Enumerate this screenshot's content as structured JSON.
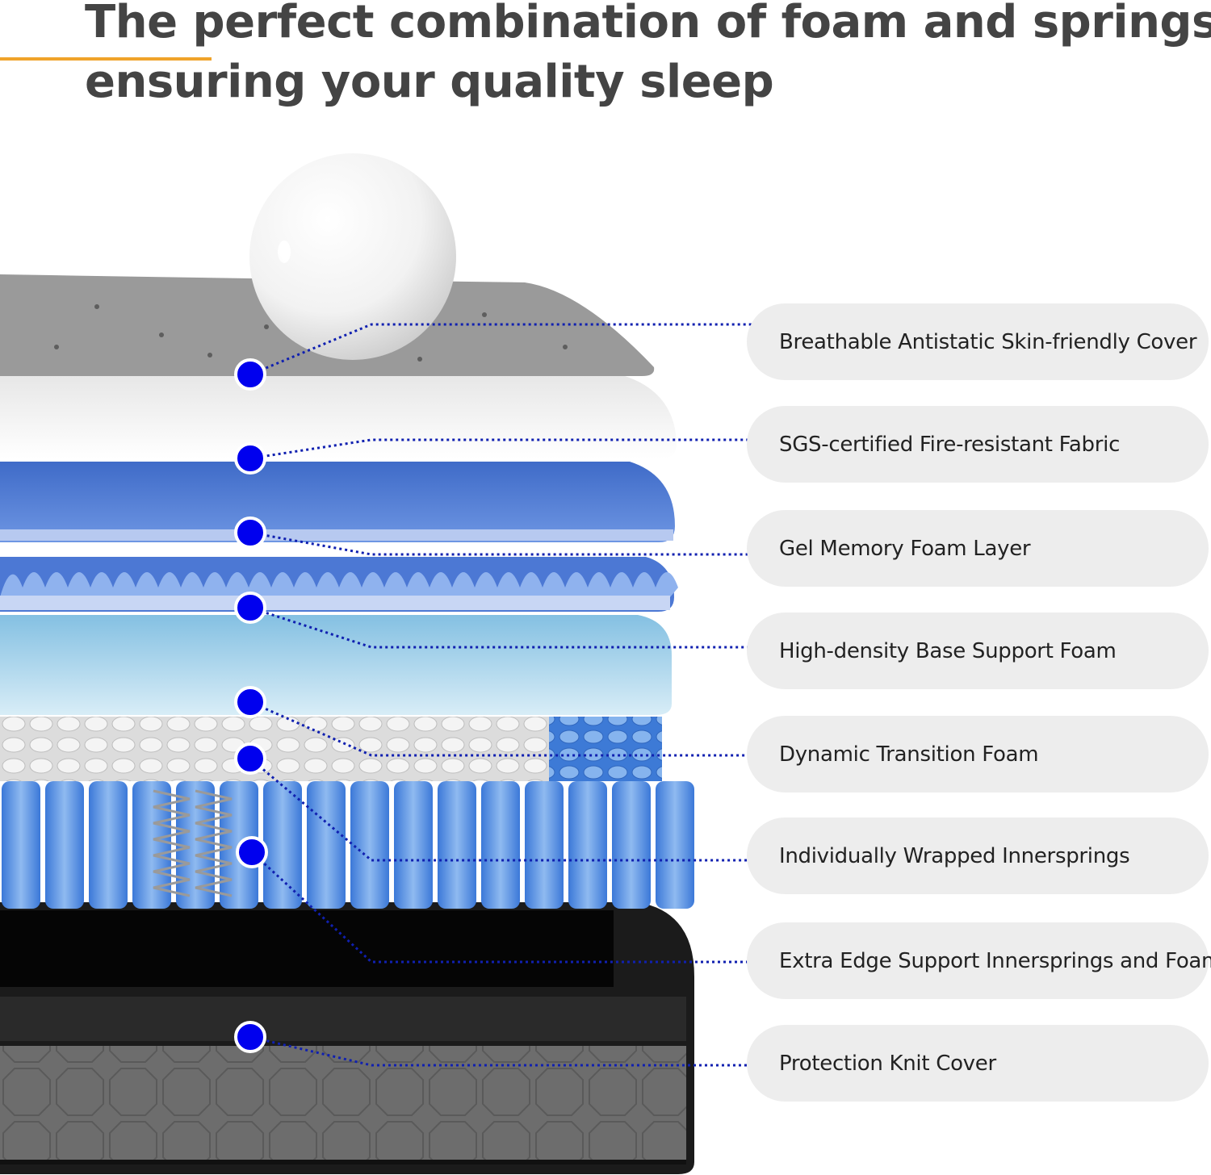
{
  "headline": {
    "line1": "The perfect combination of foam and springs,",
    "line2": "ensuring your quality sleep",
    "accent_color": "#f0a32a"
  },
  "layers": [
    {
      "label": "Breathable Antistatic Skin-friendly Cover"
    },
    {
      "label": "SGS-certified Fire-resistant Fabric"
    },
    {
      "label": "Gel Memory Foam Layer"
    },
    {
      "label": "High-density Base Support Foam"
    },
    {
      "label": "Dynamic Transition Foam"
    },
    {
      "label": "Individually Wrapped Innersprings"
    },
    {
      "label": "Extra Edge Support Innersprings and Foam"
    },
    {
      "label": "Protection Knit Cover"
    }
  ],
  "colors": {
    "marker": "#0000ee",
    "leader_line": "#1020b0",
    "pill_background": "#ededed"
  }
}
